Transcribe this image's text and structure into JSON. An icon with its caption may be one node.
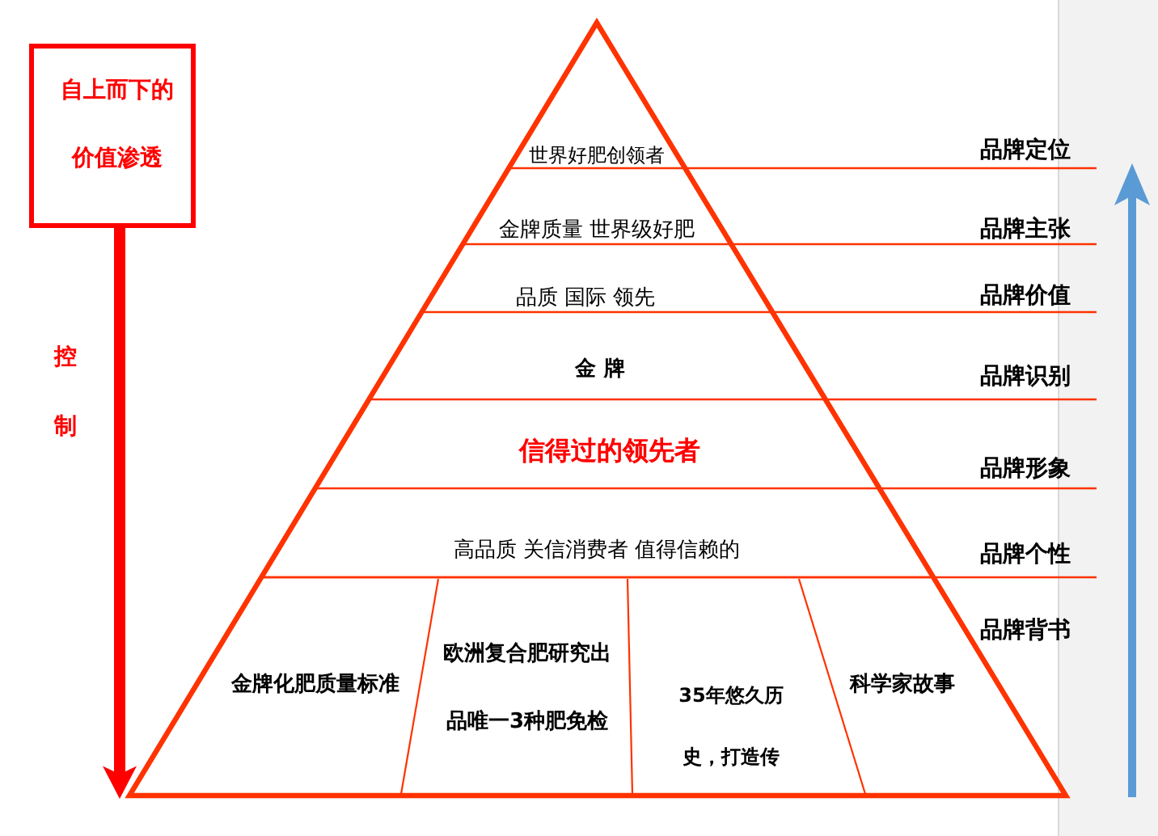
{
  "diagram": {
    "nodes": [
      {
        "text": [
          "自上而下的价值渗透"
        ]
      },
      {
        "text": [],
        "shape": "triangle"
      },
      {
        "text": [
          "世界好肥创领者"
        ],
        "beside": [
          "品牌定位"
        ],
        "in": 1
      },
      {
        "text": [
          "金牌质量 世界级好肥"
        ],
        "beside": [
          "品牌主张"
        ],
        "in": 1
      },
      {
        "text": [
          "品质 国际 领先"
        ],
        "beside": [
          "品牌价值"
        ],
        "in": 1
      },
      {
        "text": [
          "金 牌"
        ],
        "beside": [
          "品牌识别"
        ],
        "in": 1
      },
      {
        "text": [
          "信得过的领先者"
        ],
        "beside": [
          "品牌形象"
        ],
        "in": 1
      },
      {
        "text": [
          "高品质 关信消费者 值得信赖的"
        ],
        "beside": [
          "品牌个性"
        ],
        "in": 1
      },
      {
        "text": [],
        "shape": "trapezoid",
        "beside": [
          "品牌背书"
        ],
        "in": 1
      },
      {
        "text": [
          "金牌化肥质量标准"
        ],
        "in": 8
      },
      {
        "text": [
          "欧洲复合肥研究出品唯一3种肥免检"
        ],
        "in": 8
      },
      {
        "text": [
          "35年悠久历史，打造传"
        ],
        "in": 8
      },
      {
        "text": [
          "科学家故事"
        ],
        "in": 8
      }
    ],
    "edges": [
      {
        "from": 0,
        "to": 1,
        "arrow": "to",
        "label": "控制"
      }
    ]
  }
}
